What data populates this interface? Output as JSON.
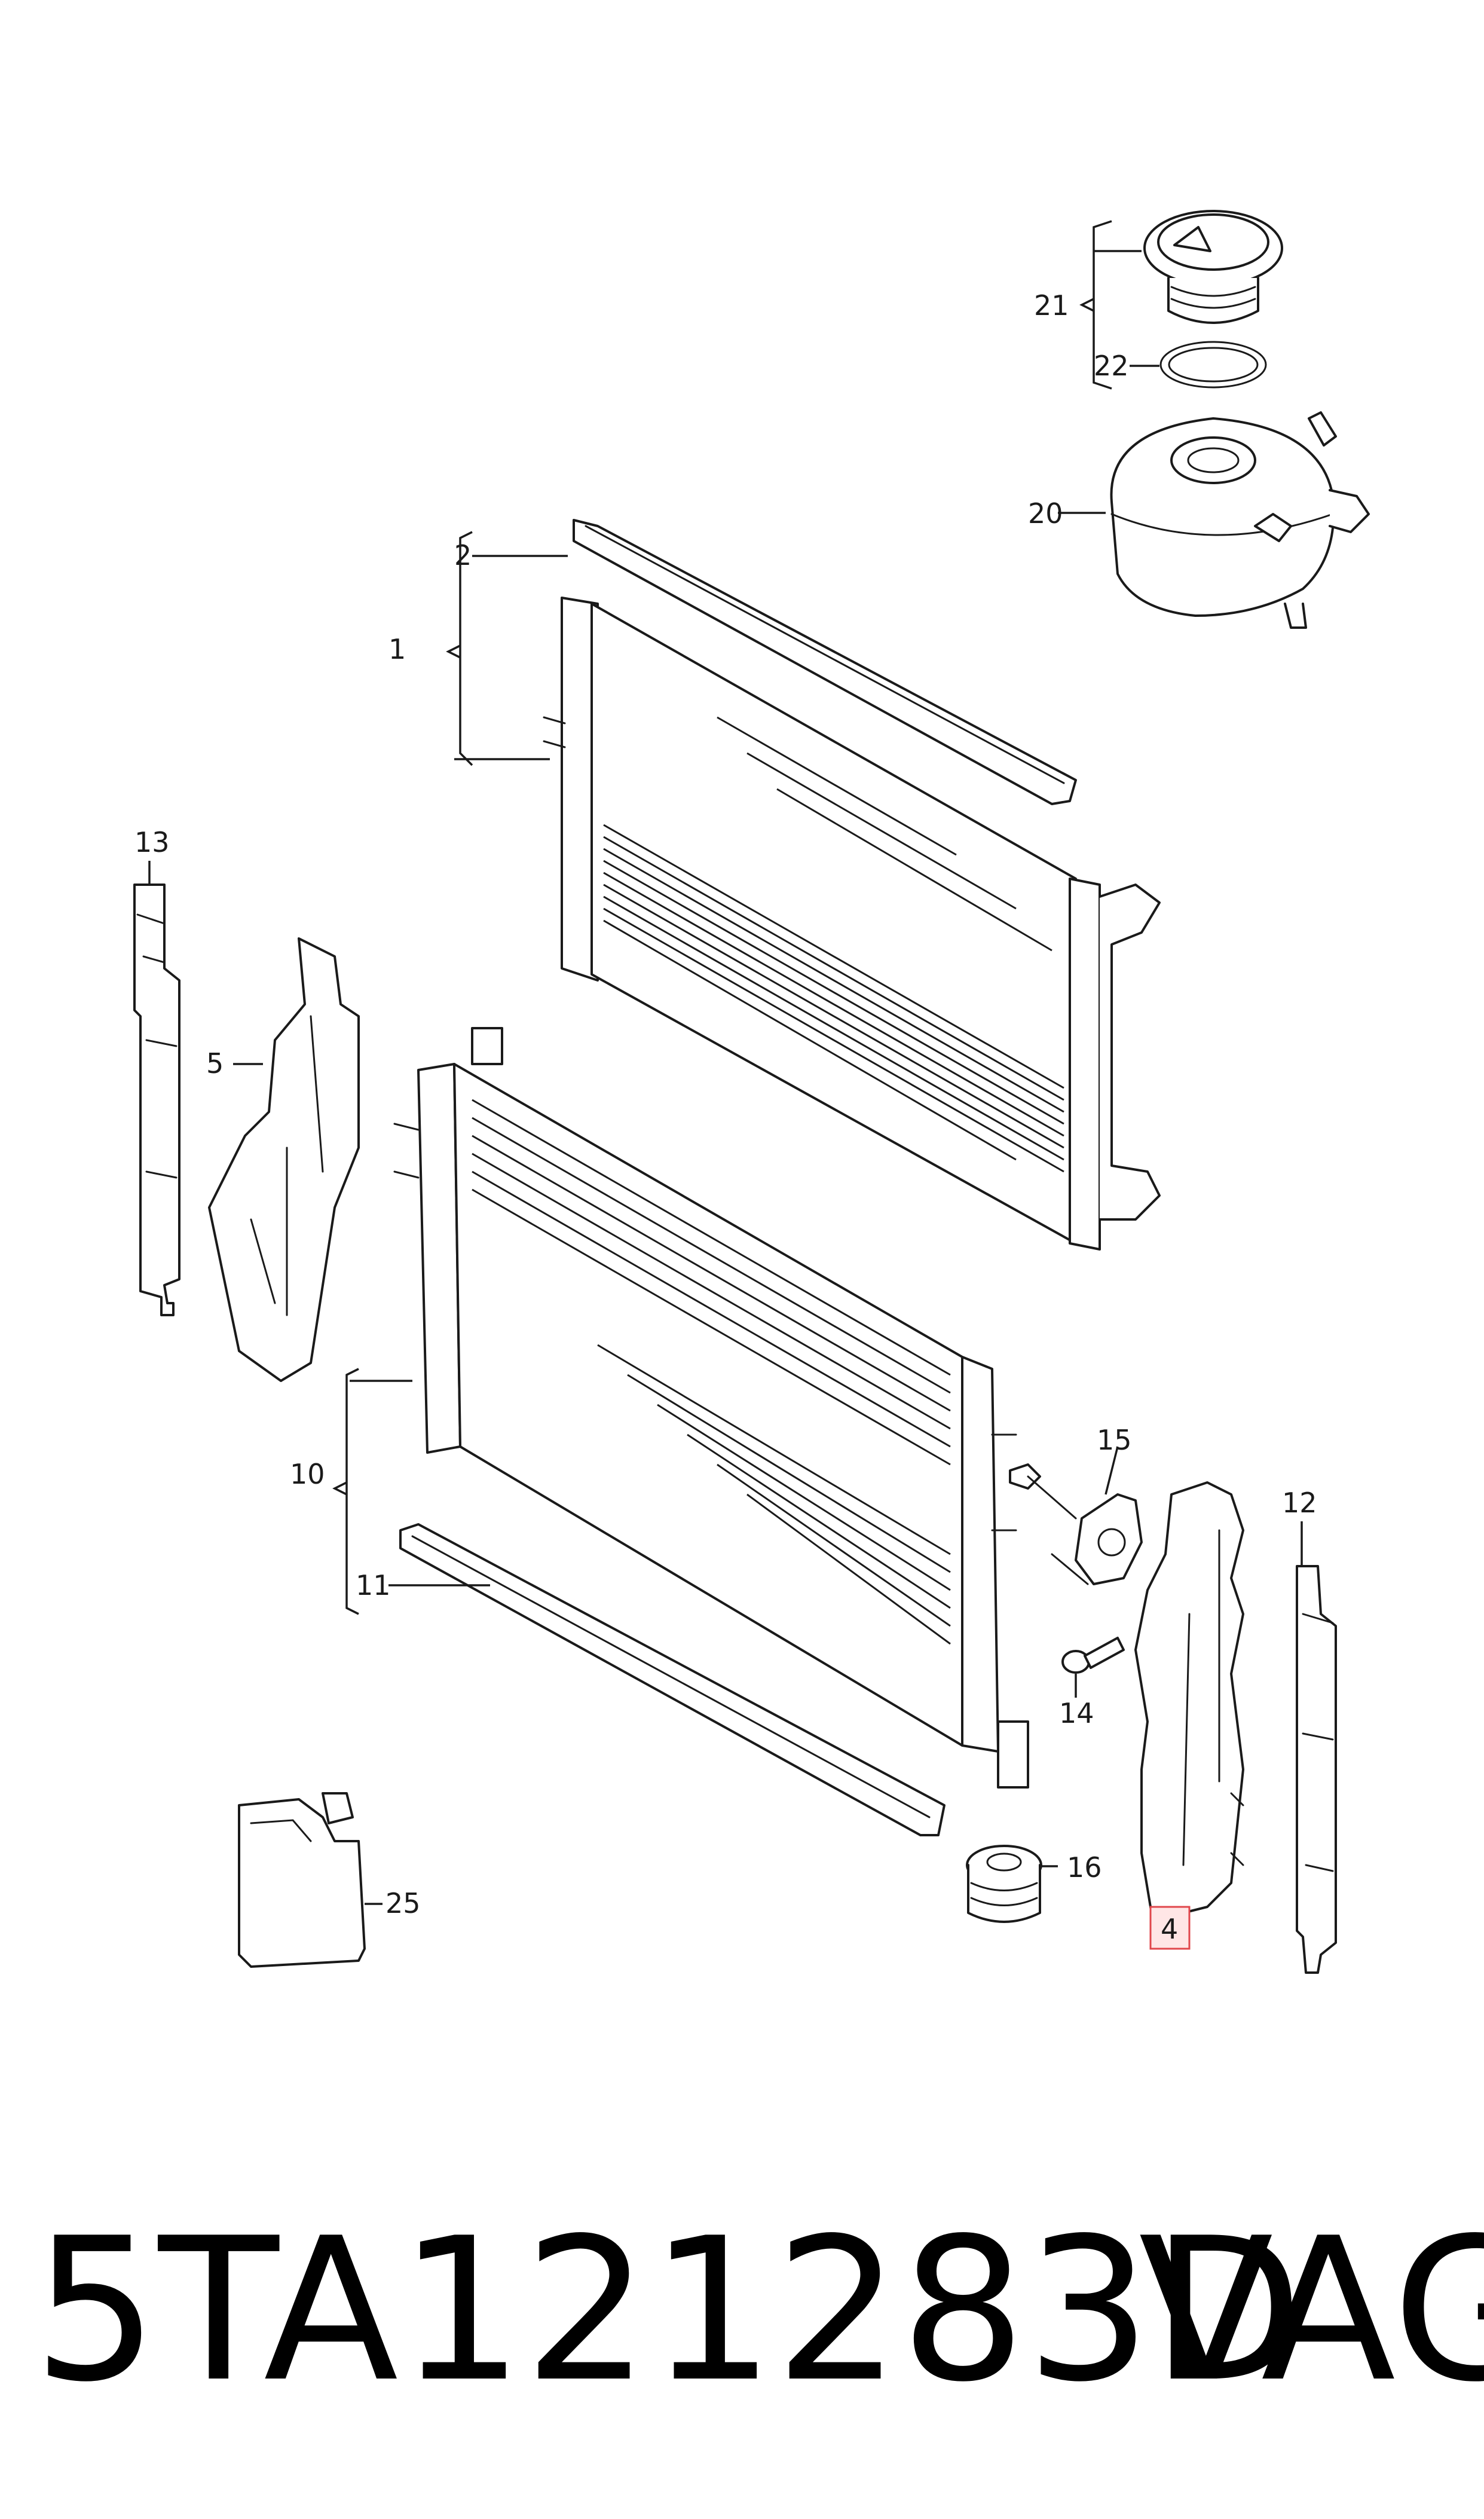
{
  "diagram": {
    "callouts": [
      {
        "id": "1",
        "label": "1"
      },
      {
        "id": "2",
        "label": "2"
      },
      {
        "id": "4",
        "label": "4",
        "highlighted": true
      },
      {
        "id": "5",
        "label": "5"
      },
      {
        "id": "10",
        "label": "10"
      },
      {
        "id": "11",
        "label": "11"
      },
      {
        "id": "12",
        "label": "12"
      },
      {
        "id": "13",
        "label": "13"
      },
      {
        "id": "14",
        "label": "14"
      },
      {
        "id": "15",
        "label": "15"
      },
      {
        "id": "16",
        "label": "16"
      },
      {
        "id": "20",
        "label": "20"
      },
      {
        "id": "21",
        "label": "21"
      },
      {
        "id": "22",
        "label": "22"
      },
      {
        "id": "25",
        "label": "25"
      }
    ],
    "highlight_color": "#e0474c"
  },
  "footer": {
    "part_number": "5TA121283D",
    "brand": "VAG"
  }
}
